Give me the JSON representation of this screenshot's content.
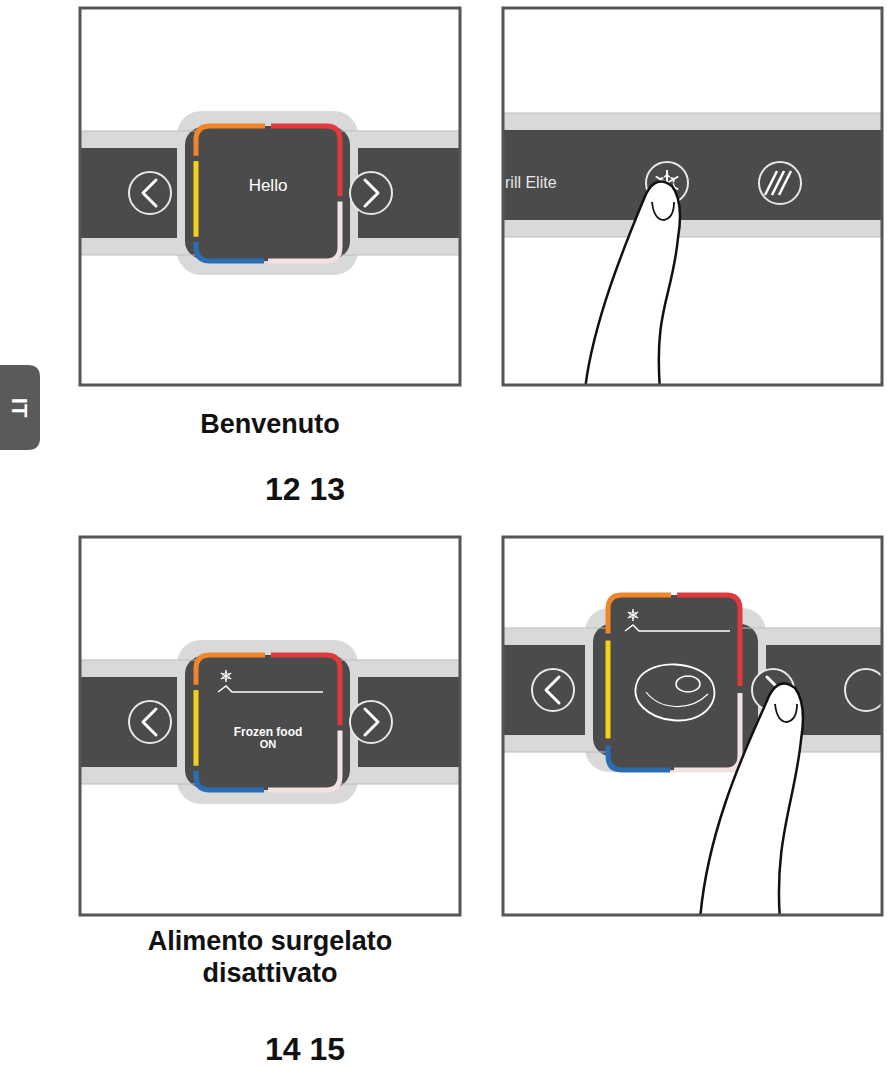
{
  "diagram": {
    "nodes": [
      {
        "text": [
          "IT"
        ]
      },
      {
        "text": [
          "Hello"
        ]
      },
      {
        "text": [
          "Frozen food",
          "ON"
        ]
      }
    ],
    "labels": [
      "rill Elite",
      "Benvenuto",
      "12 13",
      "Alimento surgelato disattivato",
      "14 15"
    ]
  }
}
